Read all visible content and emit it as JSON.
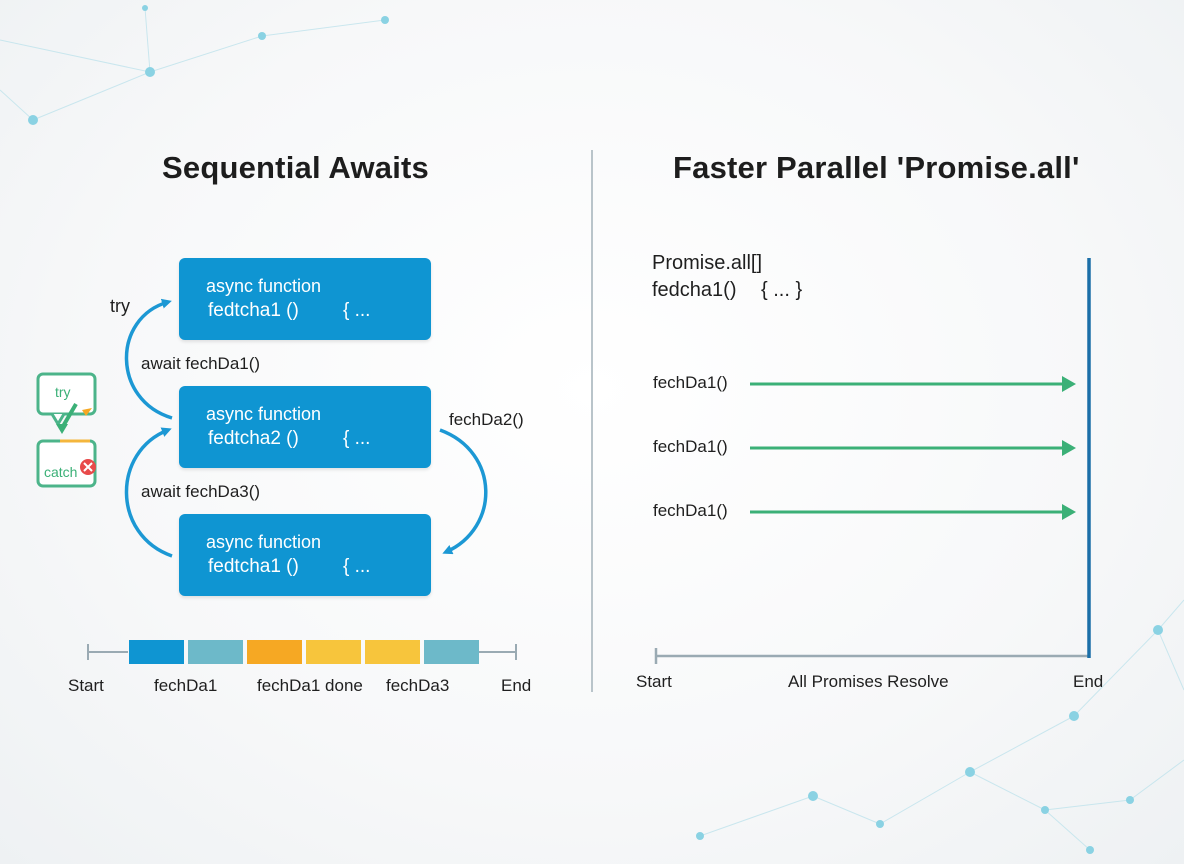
{
  "left": {
    "title": "Sequential Awaits",
    "try_label": "try",
    "badge": {
      "try": "try",
      "catch": "catch"
    },
    "boxes": [
      {
        "keyword": "async function",
        "name": "fedtcha1 ()",
        "brace": "{ ..."
      },
      {
        "keyword": "async function",
        "name": "fedtcha2 ()",
        "brace": "{ ..."
      },
      {
        "keyword": "async function",
        "name": "fedtcha1 ()",
        "brace": "{ ..."
      }
    ],
    "await1": "await fechDa1()",
    "await2": "await fechDa3()",
    "right_call": "fechDa2()",
    "timeline": {
      "start": "Start",
      "end": "End",
      "labels": [
        "fechDa1",
        "fechDa1 done",
        "fechDa3"
      ],
      "segment_colors": [
        "#0f95d2",
        "#6db9c9",
        "#f6a823",
        "#f7c53c",
        "#f7c53c",
        "#6db9c9"
      ]
    }
  },
  "right": {
    "title": "Faster Parallel 'Promise.all'",
    "code_line1": "Promise.all[]",
    "code_line2": "fedcha1()",
    "code_brace": "{ ... }",
    "calls": [
      "fechDa1()",
      "fechDa1()",
      "fechDa1()"
    ],
    "timeline": {
      "start": "Start",
      "middle": "All Promises Resolve",
      "end": "End"
    }
  },
  "colors": {
    "box": "#0f95d2",
    "arrow_blue": "#1c98d4",
    "arrow_green": "#3bb077",
    "end_line": "#1b6fa8",
    "axis": "#9aaab3"
  }
}
